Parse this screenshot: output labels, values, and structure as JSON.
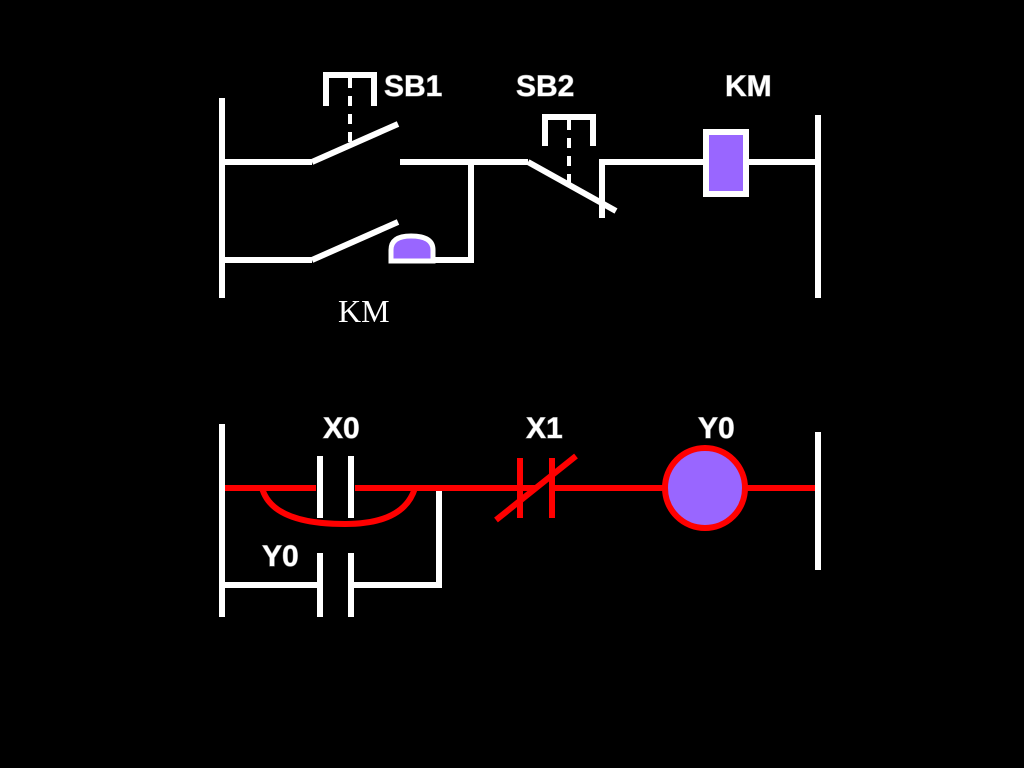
{
  "colors": {
    "background": "#000000",
    "wire": "#ffffff",
    "active_wire": "#ff0000",
    "fill": "#9966ff"
  },
  "relay_circuit": {
    "start_button_label": "SB1",
    "stop_button_label": "SB2",
    "coil_label": "KM",
    "holding_contact_label": "KM"
  },
  "ladder_diagram": {
    "input_contact_label": "X0",
    "stop_contact_label": "X1",
    "output_coil_label": "Y0",
    "holding_contact_label": "Y0"
  }
}
